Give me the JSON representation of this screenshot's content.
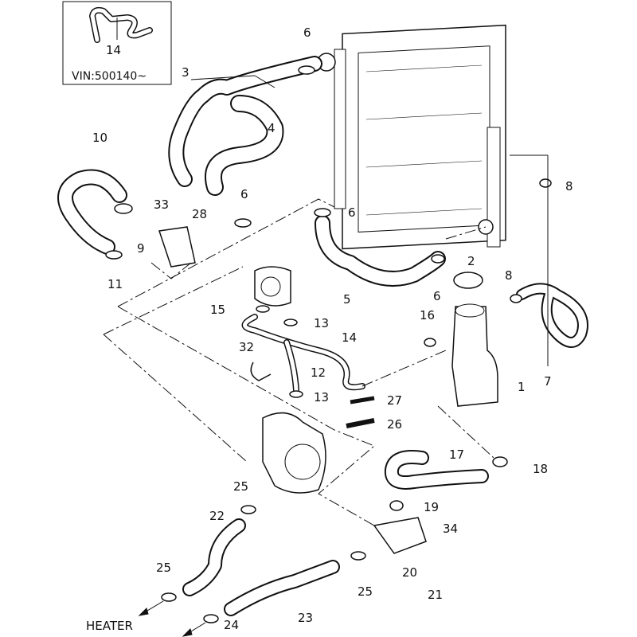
{
  "inset": {
    "part": "14",
    "note": "VIN:500140~"
  },
  "labels": [
    "6",
    "3",
    "4",
    "10",
    "33",
    "28",
    "6",
    "6",
    "9",
    "11",
    "5",
    "2",
    "6",
    "8",
    "8",
    "15",
    "13",
    "16",
    "14",
    "32",
    "12",
    "13",
    "27",
    "1",
    "7",
    "26",
    "17",
    "18",
    "25",
    "19",
    "34",
    "22",
    "20",
    "21",
    "25",
    "25",
    "23",
    "24"
  ],
  "heater_label": "HEATER"
}
